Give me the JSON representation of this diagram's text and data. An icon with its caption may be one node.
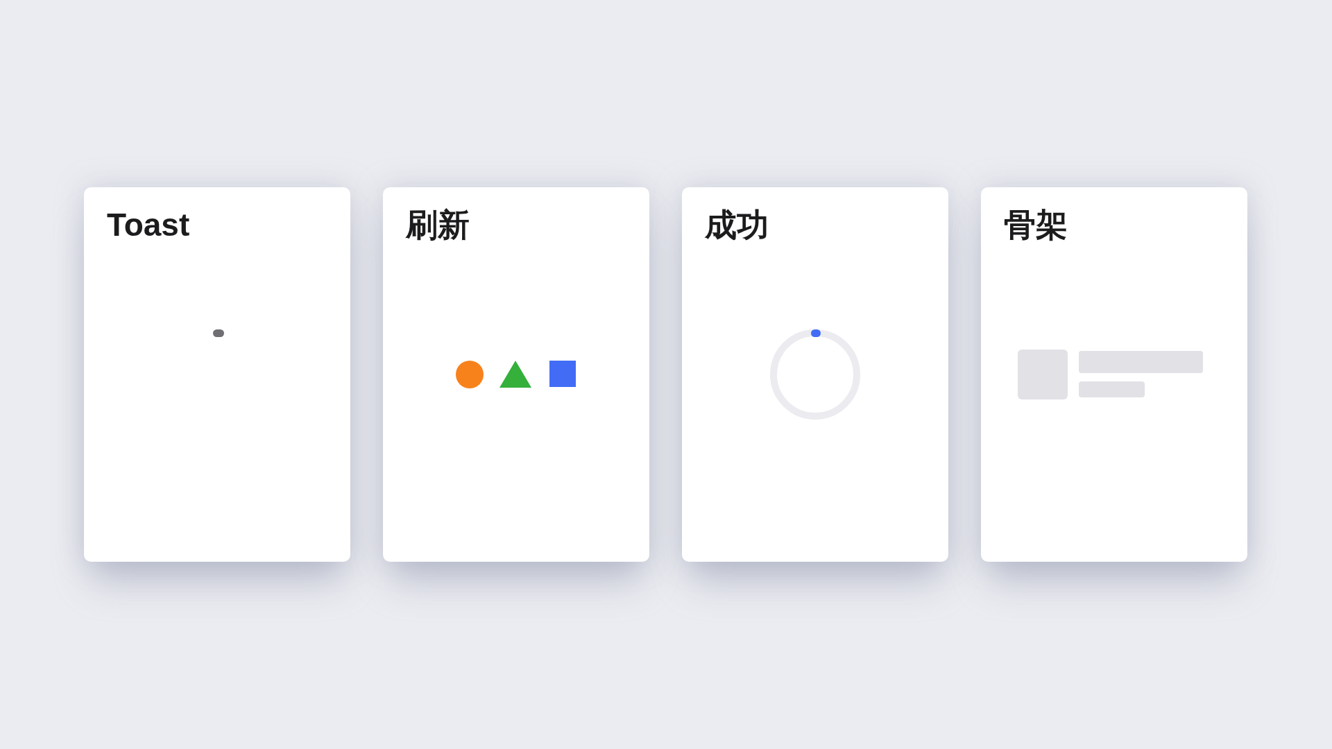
{
  "diagram": {
    "nodes": [
      {
        "text": [
          "Toast"
        ]
      },
      {
        "text": [
          "刷新"
        ]
      },
      {
        "text": [
          "成功"
        ]
      },
      {
        "text": [
          "骨架"
        ]
      }
    ]
  }
}
